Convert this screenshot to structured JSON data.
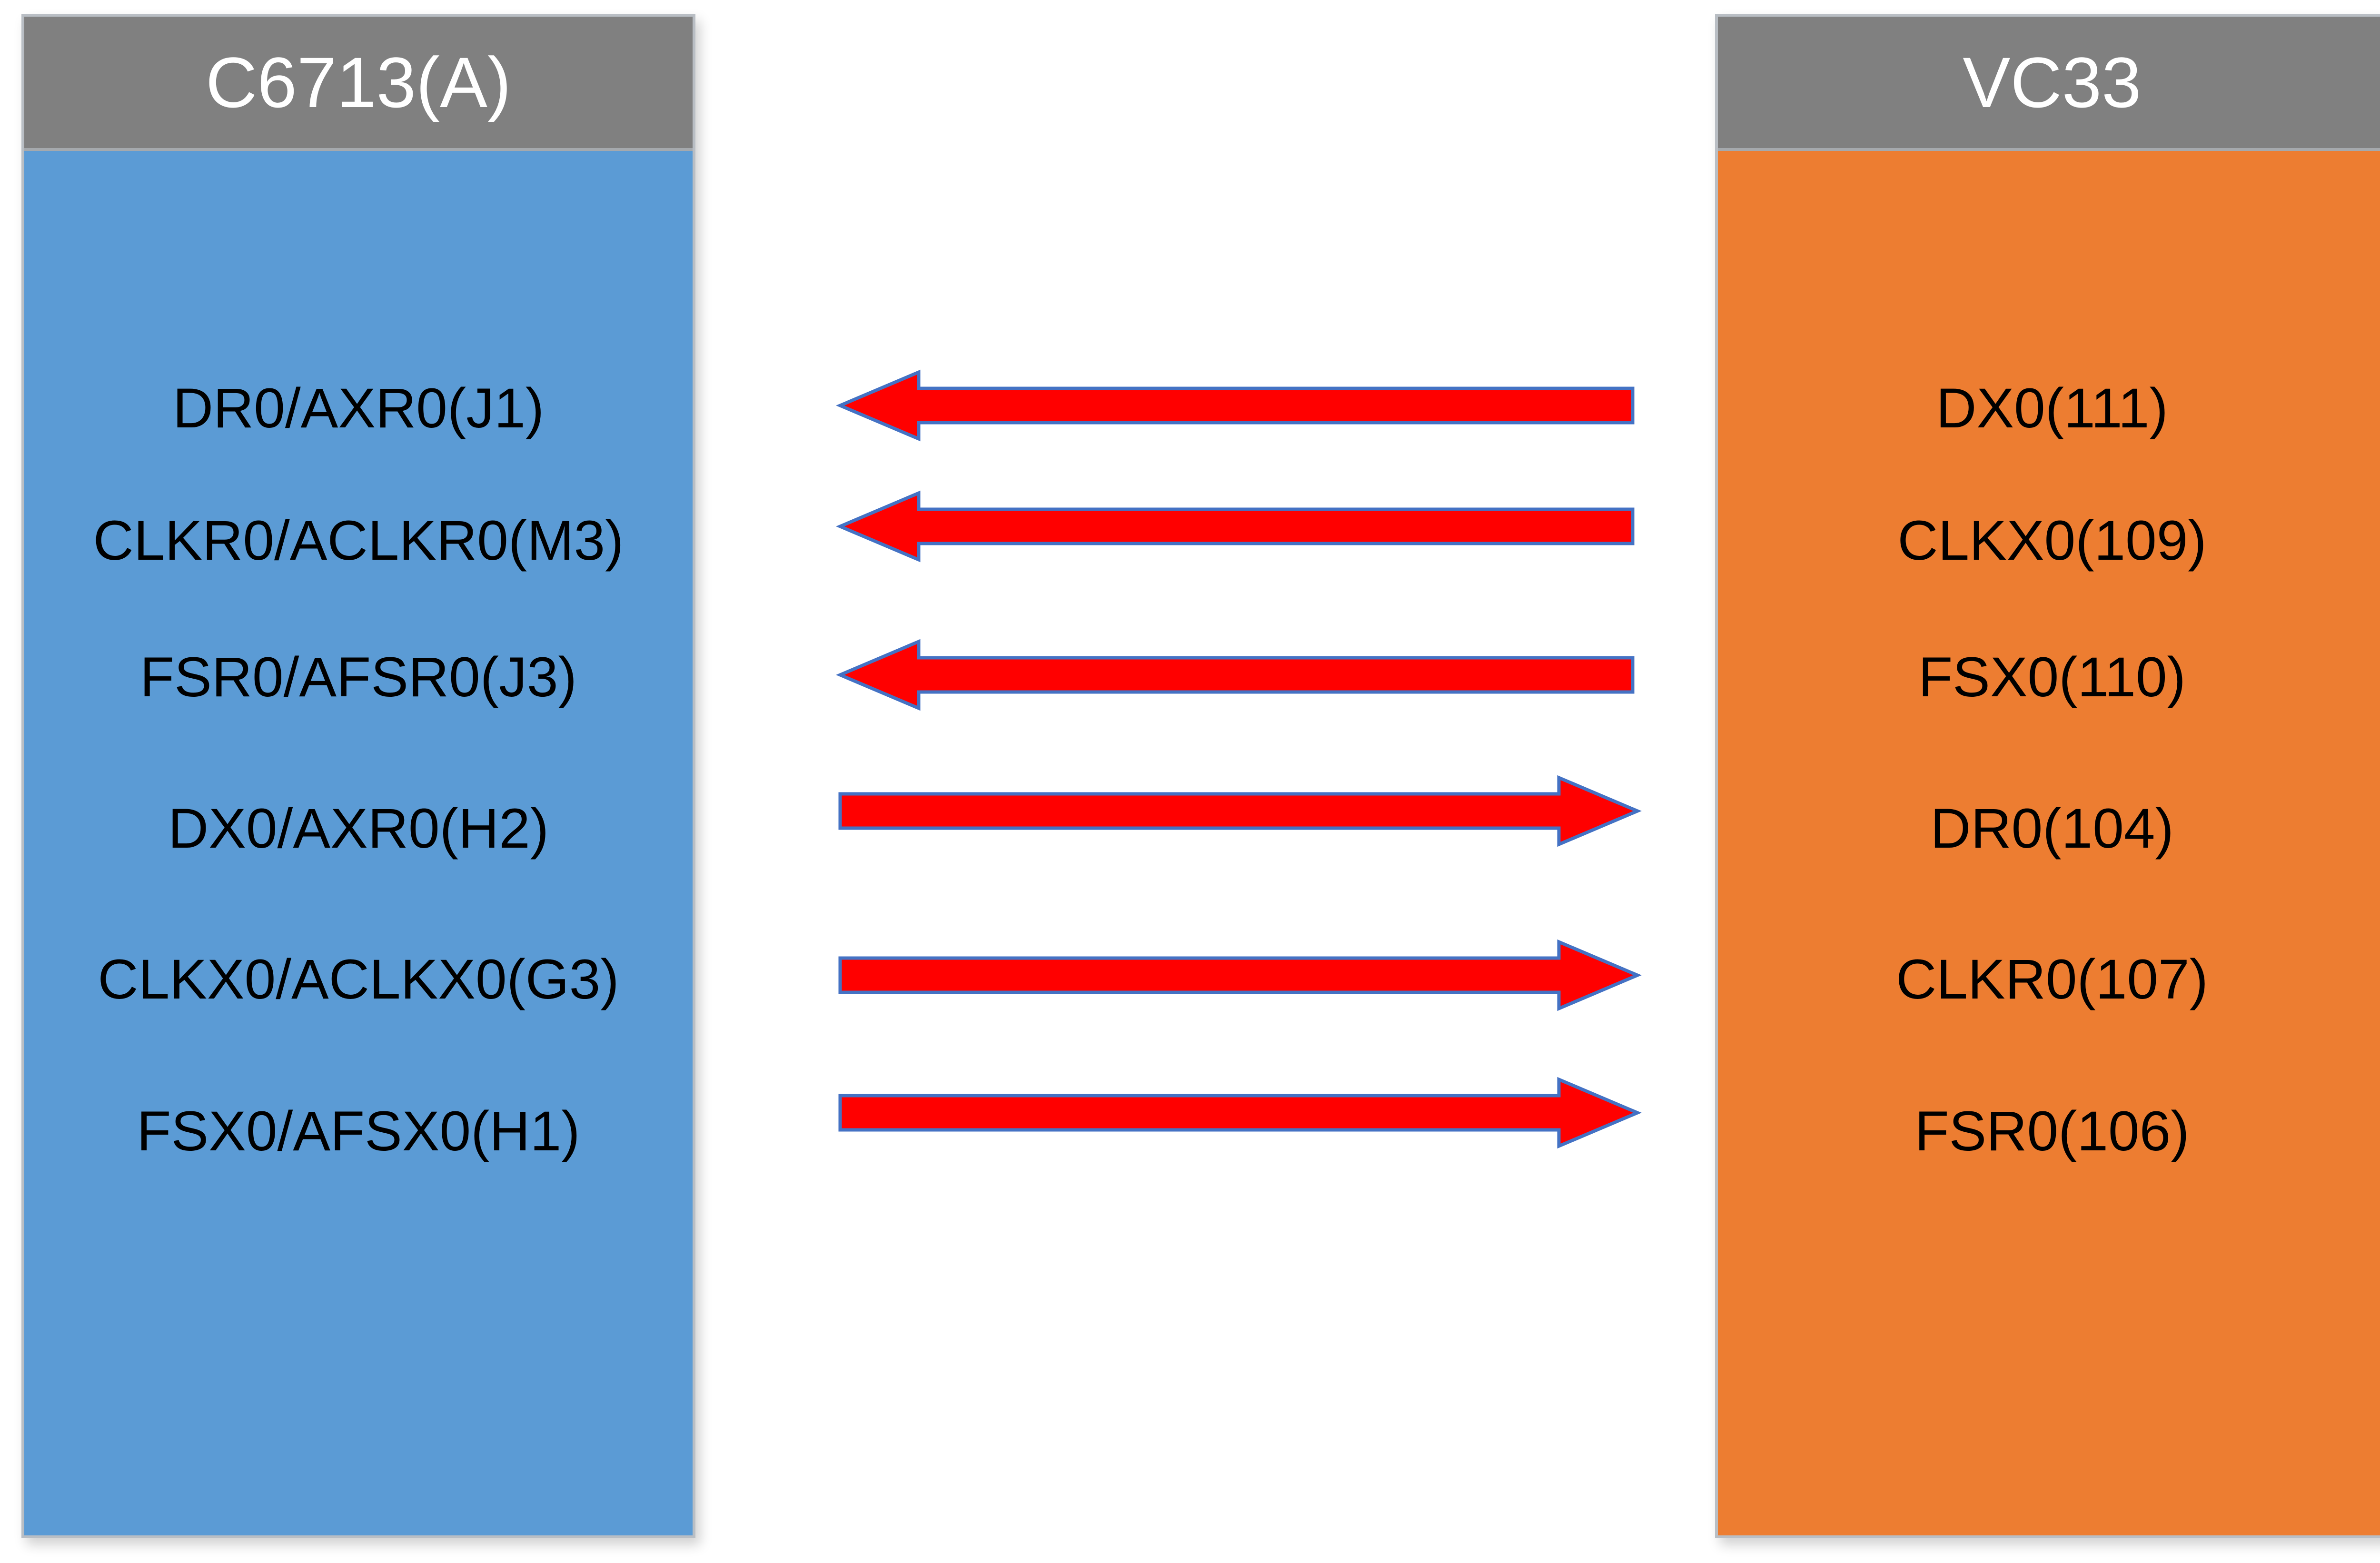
{
  "left_block": {
    "title": "C6713(A)",
    "color": "#5b9bd5",
    "pins": [
      "DR0/AXR0(J1)",
      "CLKR0/ACLKR0(M3)",
      "FSR0/AFSR0(J3)",
      "DX0/AXR0(H2)",
      "CLKX0/ACLKX0(G3)",
      "FSX0/AFSX0(H1)"
    ]
  },
  "right_block": {
    "title": "VC33",
    "color": "#ed7d31",
    "pins": [
      "DX0(111)",
      "CLKX0(109)",
      "FSX0(110)",
      "DR0(104)",
      "CLKR0(107)",
      "FSR0(106)"
    ]
  },
  "header_color": "#808080",
  "arrow_color": "#ff0000",
  "connections": [
    {
      "from": "DX0(111)",
      "to": "DR0/AXR0(J1)",
      "direction": "right-to-left"
    },
    {
      "from": "CLKX0(109)",
      "to": "CLKR0/ACLKR0(M3)",
      "direction": "right-to-left"
    },
    {
      "from": "FSX0(110)",
      "to": "FSR0/AFSR0(J3)",
      "direction": "right-to-left"
    },
    {
      "from": "DX0/AXR0(H2)",
      "to": "DR0(104)",
      "direction": "left-to-right"
    },
    {
      "from": "CLKX0/ACLKX0(G3)",
      "to": "CLKR0(107)",
      "direction": "left-to-right"
    },
    {
      "from": "FSX0/AFSX0(H1)",
      "to": "FSR0(106)",
      "direction": "left-to-right"
    }
  ]
}
